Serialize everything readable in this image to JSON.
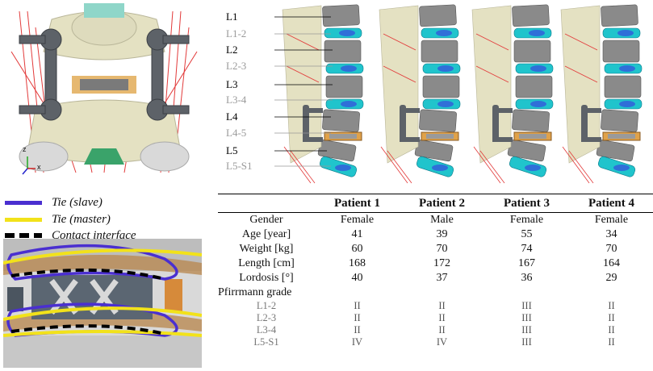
{
  "legend": {
    "tie_slave": "Tie (slave)",
    "tie_master": "Tie (master)",
    "contact": "Contact interface",
    "colors": {
      "slave": "#4a2fd0",
      "master": "#f2e21a",
      "contact": "#000000"
    }
  },
  "axes_triad": {
    "z": "z",
    "x": "x"
  },
  "spine_labels": [
    "L1",
    "L1-2",
    "L2",
    "L2-3",
    "L3",
    "L3-4",
    "L4",
    "L4-5",
    "L5",
    "L5-S1"
  ],
  "table": {
    "headers": [
      "",
      "Patient 1",
      "Patient 2",
      "Patient 3",
      "Patient 4"
    ],
    "rows": [
      {
        "label": "Gender",
        "values": [
          "Female",
          "Male",
          "Female",
          "Female"
        ]
      },
      {
        "label": "Age [year]",
        "values": [
          "41",
          "39",
          "55",
          "34"
        ]
      },
      {
        "label": "Weight [kg]",
        "values": [
          "60",
          "70",
          "74",
          "70"
        ]
      },
      {
        "label": "Length [cm]",
        "values": [
          "168",
          "172",
          "167",
          "164"
        ]
      },
      {
        "label": "Lordosis [°]",
        "values": [
          "40",
          "37",
          "36",
          "29"
        ]
      }
    ],
    "grade_title": "Pfirrmann grade",
    "grade_rows": [
      {
        "label": "L1-2",
        "values": [
          "II",
          "II",
          "III",
          "II"
        ]
      },
      {
        "label": "L2-3",
        "values": [
          "II",
          "II",
          "III",
          "II"
        ]
      },
      {
        "label": "L3-4",
        "values": [
          "II",
          "II",
          "III",
          "II"
        ]
      },
      {
        "label": "L5-S1",
        "values": [
          "IV",
          "IV",
          "III",
          "II"
        ]
      }
    ]
  }
}
